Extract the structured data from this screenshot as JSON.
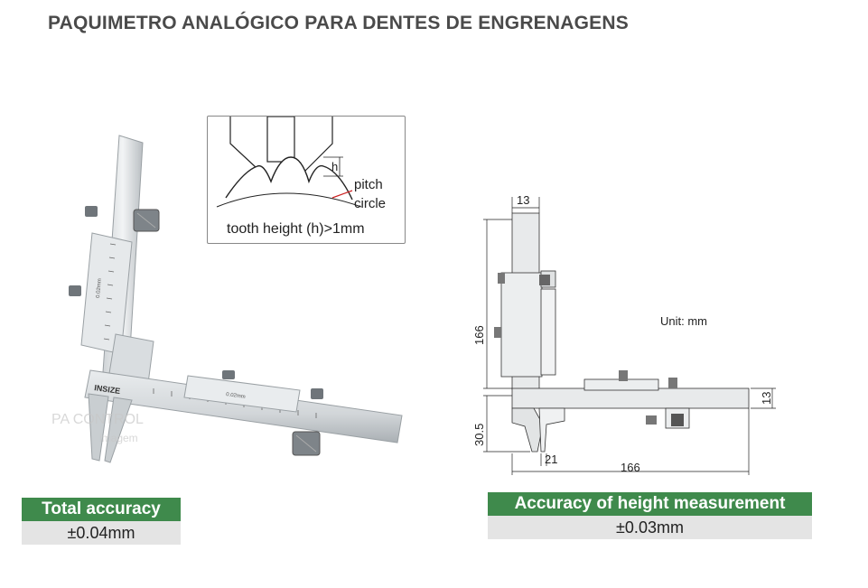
{
  "page": {
    "title": "PAQUIMETRO ANALÓGICO PARA DENTES DE ENGRENAGENS"
  },
  "inset": {
    "h_label": "h",
    "pitch_label": "pitch",
    "circle_label": "circle",
    "caption": "tooth height (h)>1mm"
  },
  "caliper_photo": {
    "brand": "INSIZE",
    "vertical_scale_text": "0.02mm",
    "horizontal_scale_text": "0.02mm",
    "watermark": "PA CONTROL",
    "watermark_sub": "imagem"
  },
  "drawing": {
    "unit": "Unit: mm",
    "dim_top_width": "13",
    "dim_height": "166",
    "dim_jaw_height": "30.5",
    "dim_jaw_width": "21",
    "dim_length": "166",
    "dim_beam_thickness": "13"
  },
  "badges": {
    "total": {
      "label": "Total accuracy",
      "value": "±0.04mm"
    },
    "height": {
      "label": "Accuracy of height measurement",
      "value": "±0.03mm"
    }
  },
  "colors": {
    "accent_green": "#3f8a4c",
    "value_bg": "#e4e4e4"
  }
}
